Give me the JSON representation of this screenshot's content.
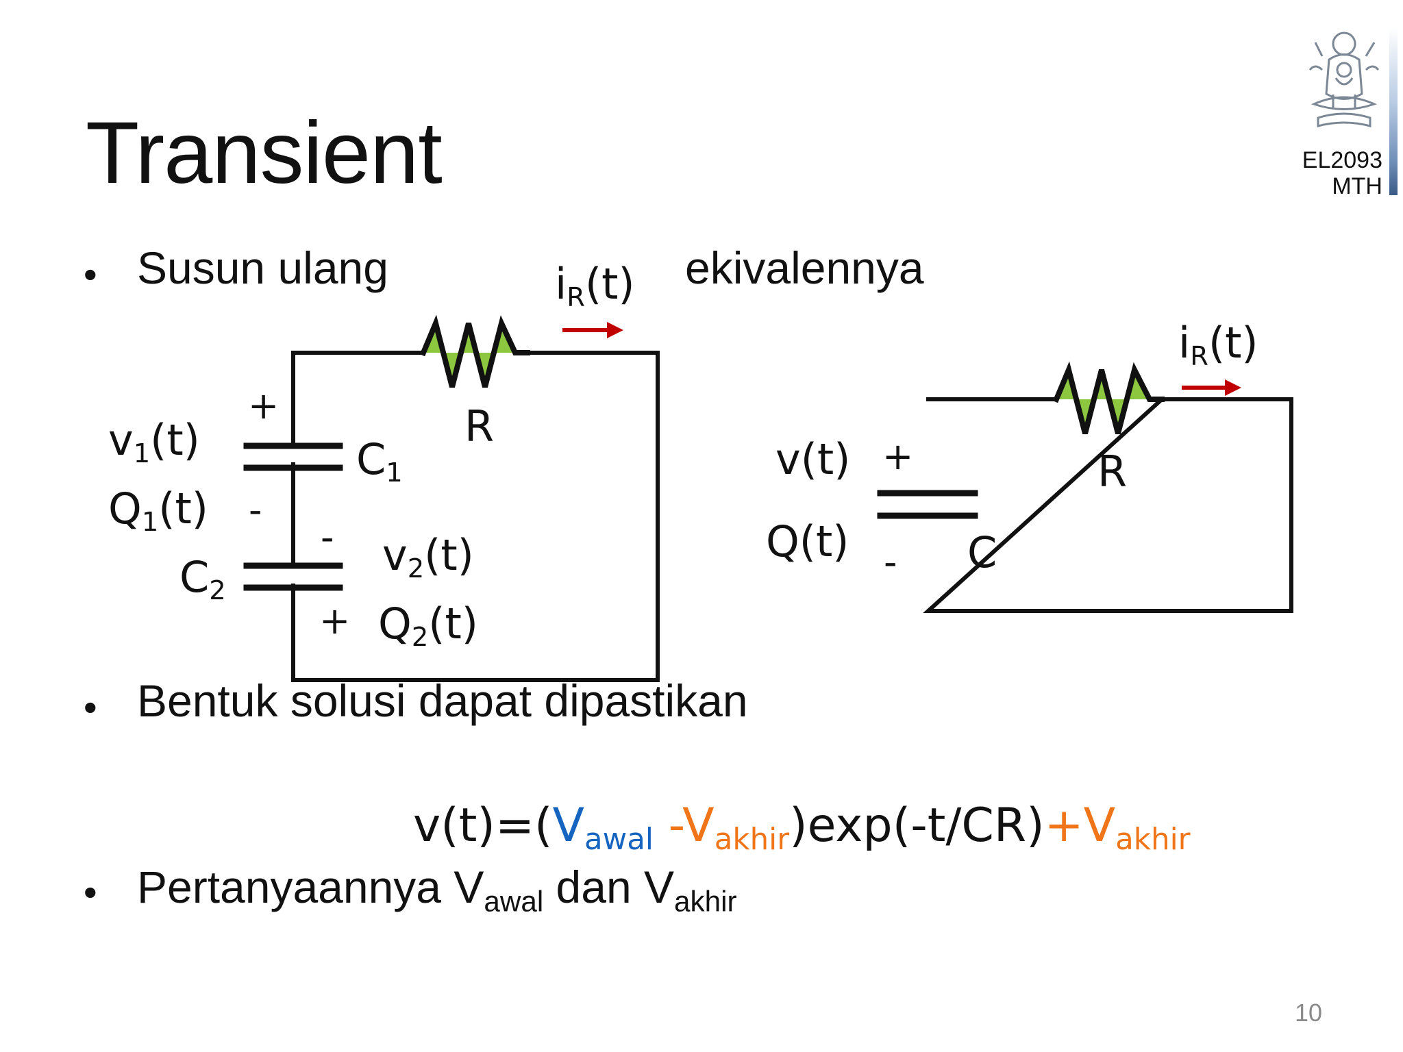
{
  "slide": {
    "title": "Transient",
    "course_code": "EL2093",
    "course_author": "MTH",
    "page_number": "10"
  },
  "bullets": {
    "b1_left": "Susun ulang",
    "b1_right": "ekivalennya",
    "b2": "Bentuk solusi dapat dipastikan",
    "b3_prefix": "Pertanyaannya V",
    "b3_sub1": "awal",
    "b3_mid": " dan V",
    "b3_sub2": "akhir"
  },
  "circuit_left": {
    "current_base": "i",
    "current_sub": "R",
    "current_tail": "(t)",
    "resistor": "R",
    "c1_base": "C",
    "c1_sub": "1",
    "c2_base": "C",
    "c2_sub": "2",
    "v1_base": "v",
    "v1_sub": "1",
    "v1_tail": "(t)",
    "q1_base": "Q",
    "q1_sub": "1",
    "q1_tail": "(t)",
    "v2_base": "v",
    "v2_sub": "2",
    "v2_tail": "(t)",
    "q2_base": "Q",
    "q2_sub": "2",
    "q2_tail": "(t)",
    "plus": "+",
    "minus": "-"
  },
  "circuit_right": {
    "current_base": "i",
    "current_sub": "R",
    "current_tail": "(t)",
    "resistor": "R",
    "capacitor": "C",
    "voltage": "v(t)",
    "charge": "Q(t)",
    "plus": "+",
    "minus": "-"
  },
  "equation": {
    "lhs": "v(t)=(",
    "v1": "V",
    "v1_sub": "awal",
    "minus_v": " -V",
    "v2_sub": "akhir",
    "exp": ")exp(-t/CR)",
    "plus_v": "+V",
    "v3_sub": "akhir"
  },
  "colors": {
    "resistor_fill": "#8dc63f",
    "arrow": "#c00000",
    "blue": "#1565c0",
    "orange": "#f07418"
  },
  "logo": {
    "icon": "university-seal-icon"
  }
}
